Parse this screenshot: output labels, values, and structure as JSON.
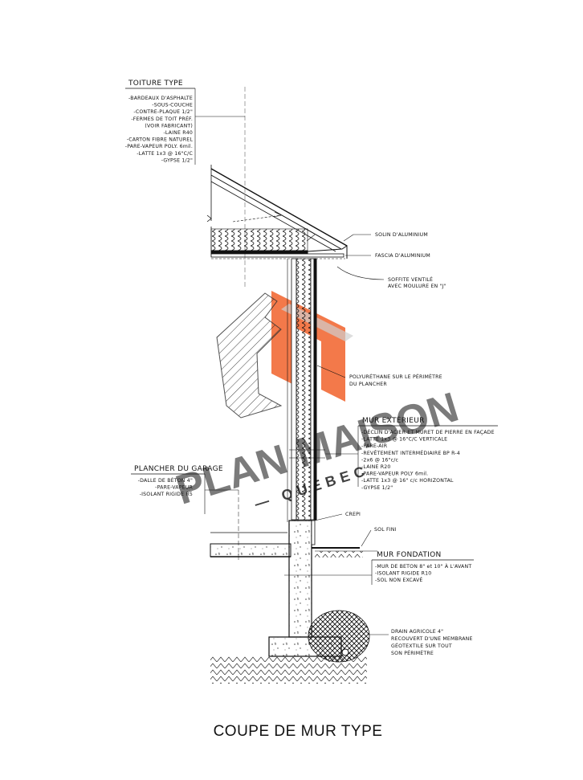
{
  "drawing_title": "COUPE DE MUR TYPE",
  "watermark": {
    "line1": "PLAN MAISON",
    "line2": "— QUÉBEC",
    "accent": "#f26a36"
  },
  "roof": {
    "heading": "TOITURE TYPE",
    "items": [
      "-BARDEAUX D'ASPHALTE",
      "-SOUS-COUCHE",
      "-CONTRE-PLAQUE 1/2\"",
      "-FERMES DE TOIT PRÉF.",
      "(VOIR FABRICANT)",
      "-LAINE R40",
      "-CARTON FIBRE NATUREL",
      "-PARE-VAPEUR POLY. 6mil.",
      "-LATTE 1x3 @ 16\"C/C",
      "-GYPSE 1/2\""
    ]
  },
  "callouts": {
    "solin": "SOLIN D'ALUMINIUM",
    "fascia": "FASCIA D'ALUMINIUM",
    "soffite_1": "SOFFITE VENTILÉ",
    "soffite_2": "AVEC MOULURE EN \"J\"",
    "poly_1": "POLYURÉTHANE SUR LE PÉRIMÈTRE",
    "poly_2": "DU PLANCHER",
    "crepi": "CREPI",
    "sol_fini": "SOL FINI"
  },
  "exterior_wall": {
    "heading": "MUR EXTÉRIEUR",
    "items": [
      "-DÉCLIN D'ACIER ET MURET DE PIERRE EN FAÇADE",
      "-LATTE 1x3 @ 16\"C/C VERTICALE",
      "-PARE-AIR",
      "-REVÊTEMENT INTERMÉDIAIRE BP R-4",
      "-2x6 @ 16\"c/c",
      "-LAINE R20",
      "-PARE-VAPEUR POLY 6mil.",
      "-LATTE 1x3 @ 16\" c/c HORIZONTAL",
      "-GYPSE 1/2\""
    ]
  },
  "garage_floor": {
    "heading": "PLANCHER DU GARAGE",
    "items": [
      "-DALLE DE BÉTON 4\"",
      "-PARE-VAPEUR",
      "-ISOLANT RIGIDE R5"
    ]
  },
  "foundation_wall": {
    "heading": "MUR FONDATION",
    "items": [
      "-MUR DE BETON 8\" et 10\" À L'AVANT",
      "-ISOLANT RIGIDE R10",
      "-SOL NON EXCAVÉ"
    ]
  },
  "drain": {
    "items": [
      "DRAIN AGRICOLE 4\"",
      "RECOUVERT D'UNE MEMBRANE",
      "GÉOTEXTILE SUR TOUT",
      "SON PÉRIMÈTRE"
    ]
  }
}
